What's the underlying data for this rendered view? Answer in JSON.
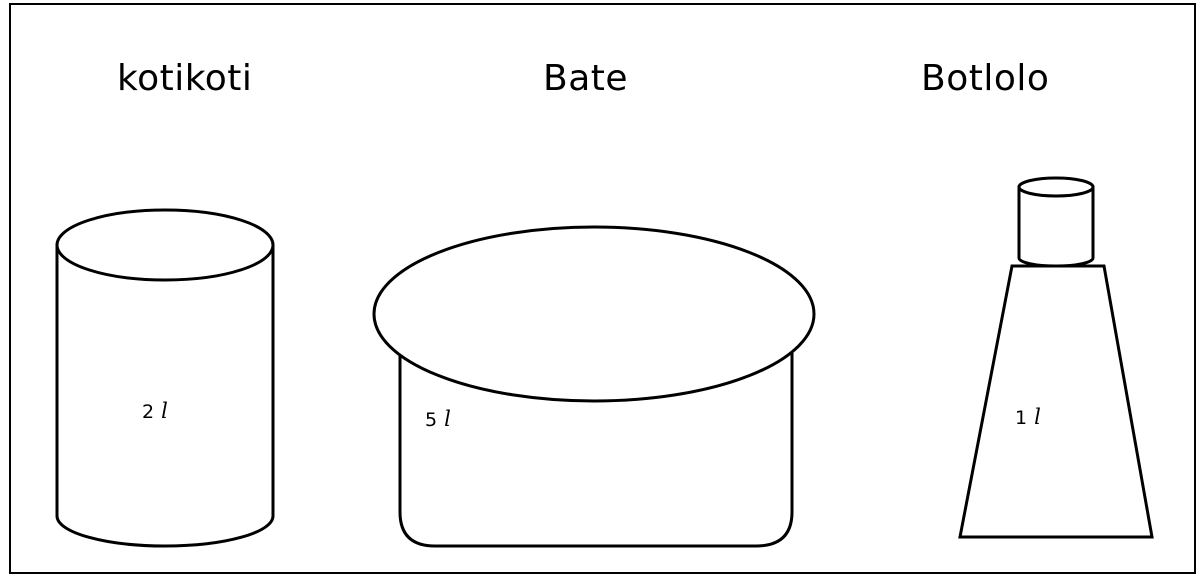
{
  "containers": [
    {
      "id": "kotikoti",
      "name": "kotikoti",
      "capacity_value": "2",
      "capacity_unit": "l"
    },
    {
      "id": "bate",
      "name": "Bate",
      "capacity_value": "5",
      "capacity_unit": "l"
    },
    {
      "id": "botlolo",
      "name": "Botlolo",
      "capacity_value": "1",
      "capacity_unit": "l"
    }
  ],
  "colors": {
    "stroke": "#000000",
    "background": "#ffffff"
  }
}
